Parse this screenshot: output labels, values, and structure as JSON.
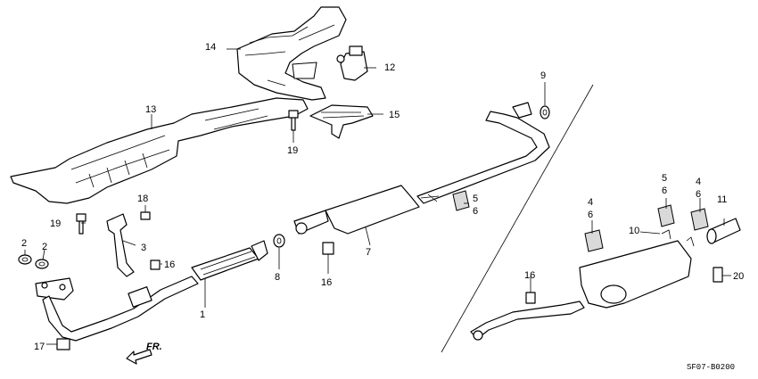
{
  "callouts": {
    "c1": "1",
    "c2a": "2",
    "c2b": "2",
    "c3": "3",
    "c4a": "4",
    "c4b": "4",
    "c5a": "5",
    "c5b": "5",
    "c6a": "6",
    "c6b": "6",
    "c6c": "6",
    "c6d": "6",
    "c7": "7",
    "c8": "8",
    "c9": "9",
    "c10": "10",
    "c11": "11",
    "c12": "12",
    "c13": "13",
    "c14": "14",
    "c15": "15",
    "c16a": "16",
    "c16b": "16",
    "c16c": "16",
    "c17": "17",
    "c18": "18",
    "c19a": "19",
    "c19b": "19",
    "c20": "20"
  },
  "direction_label": "FR.",
  "diagram_code": "SF07-B0200",
  "icons": [
    "front-direction-arrow-icon"
  ]
}
